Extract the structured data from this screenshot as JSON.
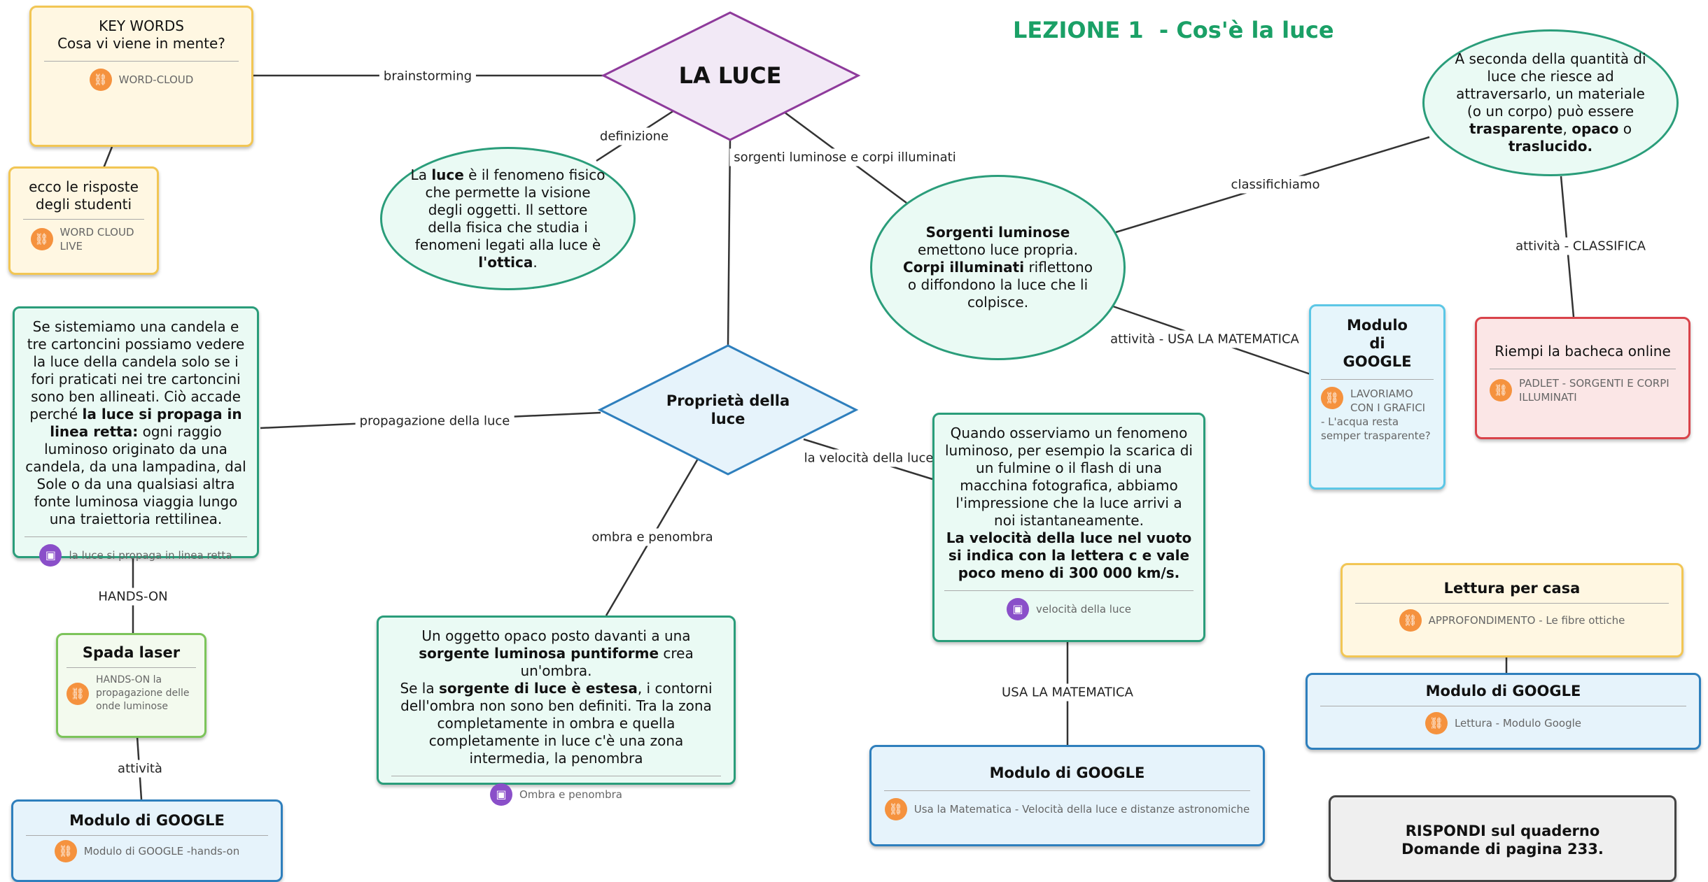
{
  "title": "LEZIONE 1  - Cos'è la luce",
  "central": {
    "label": "LA LUCE"
  },
  "proprieta": {
    "label": "Proprietà della luce"
  },
  "edge_labels": {
    "brainstorming": "brainstorming",
    "definizione": "definizione",
    "sorgenti": "sorgenti luminose e corpi illuminati",
    "classifichiamo": "classifichiamo",
    "classifica": "attività - CLASSIFICA",
    "usa_mat": "attività - USA LA MATEMATICA",
    "propagazione": "propagazione della luce",
    "velocita": "la velocità della luce",
    "ombra": "ombra e penombra",
    "hands_on": "HANDS-ON",
    "attivita": "attività",
    "usa_mat2": "USA LA MATEMATICA"
  },
  "keywords": {
    "line1": "KEY WORDS",
    "line2": "Cosa vi viene in mente?",
    "link": "WORD-CLOUD"
  },
  "risposte": {
    "line1": "ecco le risposte",
    "line2": "degli studenti",
    "link": "WORD CLOUD LIVE"
  },
  "definizione": {
    "t1": "La ",
    "b1": "luce",
    "t2": " è il fenomeno fisico che permette la visione degli oggetti. Il settore della fisica che studia i fenomeni legati alla luce è ",
    "b2": "l'ottica",
    "t3": "."
  },
  "sorgenti": {
    "b1": "Sorgenti luminose",
    "t1": " emettono luce propria.",
    "b2": "Corpi illuminati",
    "t2": " riflettono o diffondono la luce che li colpisce."
  },
  "trasparente": {
    "t1": "A seconda della quantità di luce che riesce ad attraversarlo, un materiale (o un corpo) può essere ",
    "b1": "trasparente",
    "t2": ", ",
    "b2": "opaco",
    "t3": " o ",
    "b3": "traslucido."
  },
  "modulo_grafici": {
    "title": "Modulo di GOOGLE",
    "link": "LAVORIAMO CON I GRAFICI",
    "extra": "- L'acqua resta semper trasparente?"
  },
  "bacheca": {
    "title": "Riempi la bacheca online",
    "link": "PADLET - SORGENTI E CORPI ILLUMINATI"
  },
  "propagazione": {
    "t1": "Se sistemiamo una candela e tre cartoncini possiamo vedere la luce della candela solo se i fori praticati nei tre cartoncini sono ben allineati. Ciò accade perché ",
    "b1": "la luce si propaga in linea retta:",
    "t2": " ogni raggio luminoso originato da una candela, da una lampadina, dal Sole o da una qualsiasi altra fonte luminosa viaggia lungo una traiettoria rettilinea.",
    "link": "la luce si propaga in linea retta"
  },
  "velocita": {
    "t1": "Quando osserviamo un fenomeno luminoso, per esempio la scarica di un fulmine o il flash di una macchina fotografica, abbiamo l'impressione che la luce arrivi a noi istantaneamente.",
    "b1": "La velocità della luce nel vuoto si indica con la lettera c e vale poco meno di 300 000 km/s.",
    "link": "velocità della luce"
  },
  "ombra": {
    "t1": "Un oggetto opaco posto davanti a una ",
    "b1": "sorgente luminosa puntiforme",
    "t2": " crea un'ombra.",
    "t3": "Se la ",
    "b2": "sorgente di luce è estesa",
    "t4": ", i contorni dell'ombra non sono ben definiti. Tra la zona completamente in ombra e quella completamente in luce c'è una zona intermedia, la penombra",
    "link": "Ombra e penombra"
  },
  "spada": {
    "title": "Spada laser",
    "link": "HANDS-ON la propagazione delle onde luminose"
  },
  "modulo_hands": {
    "title": "Modulo di GOOGLE",
    "link": "Modulo di GOOGLE -hands-on"
  },
  "modulo_mat": {
    "title": "Modulo di GOOGLE",
    "link": "Usa la Matematica - Velocità della luce e distanze astronomiche"
  },
  "lettura": {
    "title": "Lettura per casa",
    "link": "APPROFONDIMENTO - Le fibre ottiche"
  },
  "modulo_lettura": {
    "title": "Modulo di GOOGLE",
    "link": "Lettura - Modulo Google"
  },
  "rispondi": {
    "line1": "RISPONDI sul quaderno",
    "line2": "Domande di pagina 233."
  },
  "colors": {
    "title": "#1aa066",
    "central": "#8e3a9b",
    "proprieta": "#2e7fbd",
    "lines": "#333333"
  },
  "icons": {
    "link": "link-icon",
    "image": "image-icon"
  }
}
